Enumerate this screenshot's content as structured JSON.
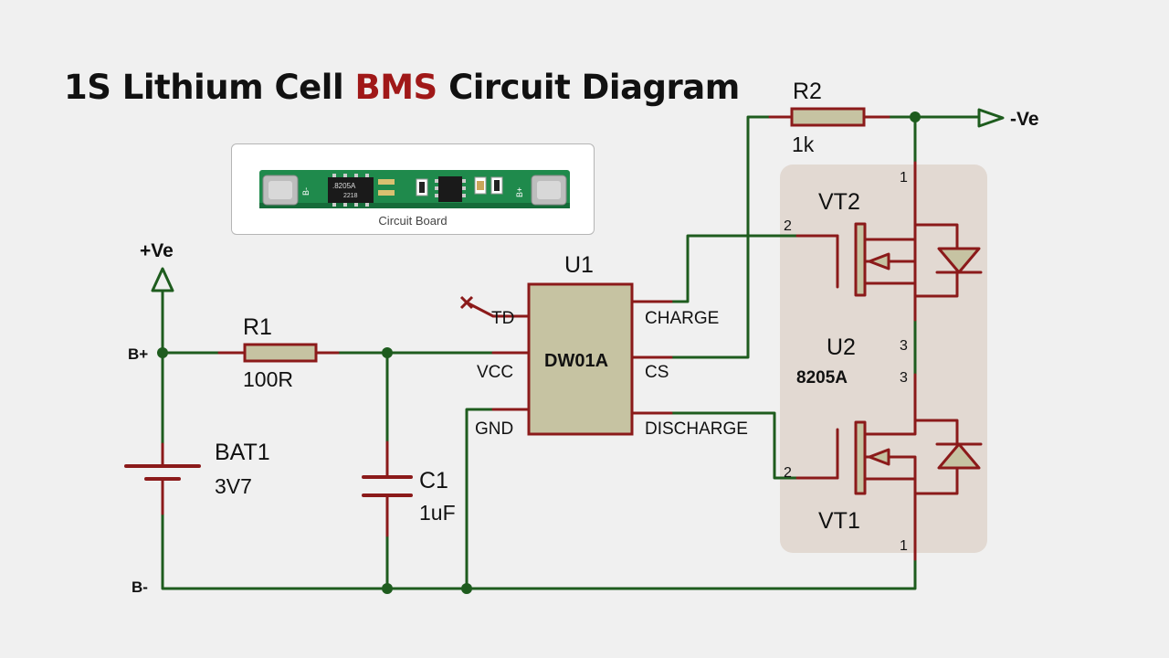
{
  "title": {
    "part1": "1S Lithium Cell ",
    "highlight": "BMS",
    "part2": " Circuit Diagram"
  },
  "board": {
    "caption": "Circuit Board",
    "chip_text": ".8205A",
    "chip_code": "2218",
    "left_label": "B-",
    "right_label": "B+"
  },
  "power": {
    "positive": "+Ve",
    "negative": "-Ve",
    "b_plus": "B+",
    "b_minus": "B-"
  },
  "components": {
    "r1": {
      "ref": "R1",
      "value": "100R"
    },
    "r2": {
      "ref": "R2",
      "value": "1k"
    },
    "bat1": {
      "ref": "BAT1",
      "value": "3V7"
    },
    "c1": {
      "ref": "C1",
      "value": "1uF"
    },
    "u1": {
      "ref": "U1",
      "chip": "DW01A",
      "pins": {
        "td": "TD",
        "vcc": "VCC",
        "gnd": "GND",
        "charge": "CHARGE",
        "cs": "CS",
        "discharge": "DISCHARGE"
      }
    },
    "u2": {
      "ref": "U2",
      "chip": "8205A",
      "vt1": "VT1",
      "vt2": "VT2",
      "pin_numbers": {
        "vt2_source": "1",
        "vt2_gate": "2",
        "vt2_drain": "3",
        "vt1_drain": "3",
        "vt1_gate": "2",
        "vt1_source": "1"
      }
    }
  },
  "colors": {
    "wire": "#1e5c1e",
    "component": "#8b1a1a",
    "body_fill": "#c6c3a2",
    "highlight": "#a01818",
    "mosfet_box": "#e2d9d2"
  }
}
